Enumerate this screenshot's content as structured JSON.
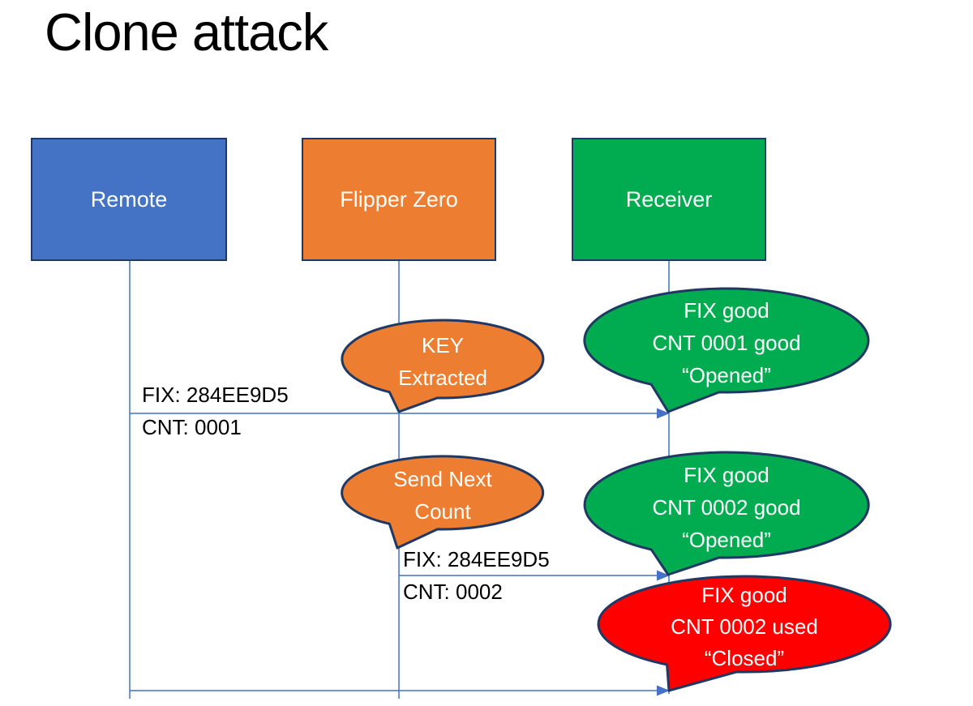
{
  "title": "Clone attack",
  "actors": [
    {
      "label": "Remote"
    },
    {
      "label": "Flipper Zero"
    },
    {
      "label": "Receiver"
    }
  ],
  "messages": [
    {
      "fix": "FIX: 284EE9D5",
      "cnt": "CNT: 0001"
    },
    {
      "fix": "FIX: 284EE9D5",
      "cnt": "CNT: 0002"
    }
  ],
  "callouts": [
    {
      "name": "key-extracted",
      "color": "orange",
      "lines": [
        "KEY",
        "Extracted"
      ]
    },
    {
      "name": "cnt-0001-good",
      "color": "green",
      "lines": [
        "FIX good",
        "CNT 0001 good",
        "“Opened”"
      ]
    },
    {
      "name": "send-next-count",
      "color": "orange",
      "lines": [
        "Send Next",
        "Count"
      ]
    },
    {
      "name": "cnt-0002-good",
      "color": "green",
      "lines": [
        "FIX good",
        "CNT 0002 good",
        "“Opened”"
      ]
    },
    {
      "name": "cnt-0002-used",
      "color": "red",
      "lines": [
        "FIX good",
        "CNT 0002 used",
        "“Closed”"
      ]
    }
  ],
  "colors": {
    "actor_blue": "#4472C4",
    "actor_orange": "#ED7D31",
    "actor_green": "#00AC4F",
    "bubble_red": "#FE0000",
    "outline_navy": "#1F3864",
    "line_blue": "#4472C4",
    "title_black": "#000000",
    "label_white": "#FFFFFF"
  }
}
